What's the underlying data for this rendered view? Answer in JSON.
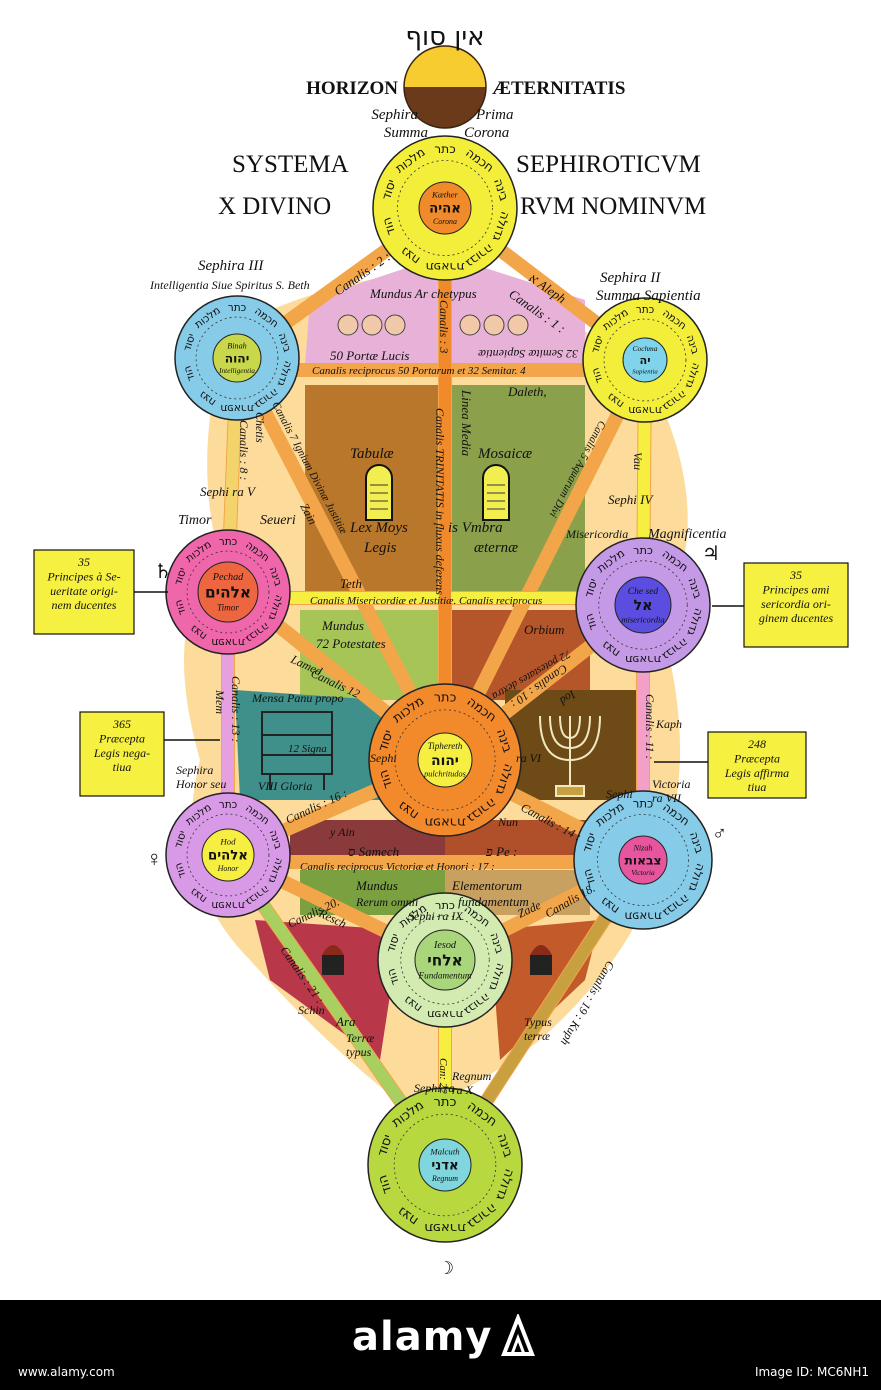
{
  "header": {
    "top_hebrew": "אין סוף",
    "horizon_left": "HORIZON",
    "horizon_right": "ÆTERNITATIS",
    "sephira_left": "Sephira",
    "sephira_right": "Prima",
    "summa_left": "Summa",
    "summa_right": "Corona",
    "title_l1": "SYSTEMA",
    "title_r1": "SEPHIROTICVM",
    "title_l2": "X DIVINO",
    "title_r2": "RVM NOMINVM"
  },
  "colors": {
    "keter": "#f2ee3a",
    "keter_inner": "#f08a2a",
    "binah": "#86cbe8",
    "binah_inner": "#c9d84a",
    "chokmah": "#f2ee3a",
    "chokmah_inner": "#7fd3ea",
    "gevurah": "#ef66aa",
    "gevurah_inner": "#ee6640",
    "chesed": "#c49ae6",
    "chesed_inner": "#5a4de0",
    "tiferet": "#f28a2c",
    "tiferet_inner": "#f6ee40",
    "hod": "#d89ae6",
    "hod_inner": "#f6ee40",
    "netzach": "#86cbe8",
    "netzach_inner": "#e6559e",
    "yesod": "#d3ebb0",
    "yesod_inner": "#a9d67a",
    "malkuth": "#b8d83f",
    "malkuth_inner": "#7fd6dd",
    "channel": "#f3a54a",
    "note_box": "#f6f040"
  },
  "sephirot": {
    "keter": {
      "name": "Kæther",
      "hebrew": "אהיה",
      "sub": "Corona"
    },
    "chokmah": {
      "name": "Cochma",
      "hebrew": "יה",
      "sub": "Sapientia"
    },
    "binah": {
      "name": "Binah",
      "hebrew": "יהוה",
      "sub": "Intelligentia"
    },
    "chesed": {
      "name": "Che sed",
      "hebrew": "אל",
      "sub": "misericordia"
    },
    "gevurah": {
      "name": "Pechad",
      "hebrew": "אלהים",
      "sub": "Timor"
    },
    "tiferet": {
      "name": "Tiphereth",
      "hebrew": "יהוה",
      "sub": "pulchritudos"
    },
    "netzach": {
      "name": "Nizah",
      "hebrew": "צבאות",
      "sub": "Victoria"
    },
    "hod": {
      "name": "Hod",
      "hebrew": "אלהים",
      "sub": "Honor"
    },
    "yesod": {
      "name": "Iesod",
      "hebrew": "אלחי",
      "sub": "Fundamentum"
    },
    "malkuth": {
      "name": "Malcuth",
      "hebrew": "אדני",
      "sub": "Regnum"
    }
  },
  "ring_words": [
    "כתר",
    "חכמה",
    "בינה",
    "גדולה",
    "גבורה",
    "תפארת",
    "נצח",
    "הוד",
    "יסוד",
    "מלכות"
  ],
  "labels": {
    "sephira_iii": "Sephira III",
    "intelligentia": "Intelligentia Siue Spiritus S. Beth",
    "sephira_ii": "Sephira II",
    "summa_sapientia": "Summa      Sapientia",
    "aleph": "א Aleph",
    "canalis_1": "Canalis : 1 :",
    "canalis_2": "Canalis : 2 :",
    "canalis_3": "Canalis : 3",
    "mundus_archetypus": "Mundus Ar chetypus",
    "porta_lucis": "50 Portæ Lucis",
    "semitae": "32 Semitæ Sapientiæ",
    "canalis_reciprocus_50": "Canalis reciprocus 50 Portarum et 32 Semitar. 4",
    "linea_media": "Linea Media",
    "daleth": "Daleth,",
    "trinitatis": "Canalis TRINITATIS in fluxus deferens",
    "tabulae": "Tabulæ",
    "mosaicae": "Mosaicæ",
    "lex_moys": "Lex Moys",
    "legis": "Legis",
    "is_umbra": "is Vmbra",
    "aeternae": "æternæ",
    "sephira_v": "Sephi ra V",
    "canalis_8": "Canalis : 8 :",
    "chetis": "Chetis",
    "canalis_7": "Canalis 7 Ignium Divinæ Justitiæ",
    "zain": "Zain",
    "timor": "Timor",
    "seueri": "Seueri",
    "sephira_iv": "Sephi IV",
    "vau": "Vau",
    "canalis_5": "Canalis 5 Aquarum Divi",
    "misericordia": "Misericordia",
    "magnificentia": "Magnificentia",
    "note_left_1": "35\nPrincipes à Se-\nueritate origi-\nnem ducentes",
    "note_right_1": "35\nPrincipes ami\nsericordia ori-\nginem ducentes",
    "teth": "Teth",
    "canalis_reciprocus_mis": "Canalis Misericordiæ et Justitiæ. Canalis reciprocus",
    "mundus_left": "Mundus",
    "potestates_left": "72 Potestates",
    "orbium": "Orbium",
    "potestates_right": "72 potestates dextra",
    "lamed": "Lamed",
    "canalis_12": "Canalis 12",
    "canalis_13": "Canalis : 13 :",
    "mem": "Mem",
    "mensa": "Mensa Panu propo",
    "signa": "12 Signa",
    "sephi_label": "Sephi",
    "gloria": "VIII Gloria",
    "canalis_10": "Canalis : 10 :",
    "iod": "Iod",
    "canalis_11": "Canalis : 11 :",
    "kaph": "Kaph",
    "ra_vi": "ra VI",
    "note_left_2": "365\nPræcepta\nLegis nega-\ntiua",
    "note_right_2": "248\nPræcepta\nLegis affirma\ntiua",
    "sephira_honor": "Sephira\nHonor seu",
    "victoria": "Victoria\nra VII",
    "sephira_right_low": "Sephi",
    "canalis_16": "Canalis : 16 :",
    "ain": "y Ain",
    "canalis_14": "Canalis : 14 :",
    "nun": "Nun",
    "samech": "ס Samech",
    "pe": "פ Pe :",
    "canalis_reciprocus_vict": "Canalis reciprocus Victoriæ et Honori : 17 :",
    "mundus_low": "Mundus",
    "rerum": "Rerum omnii",
    "elementorum": "Elementorum",
    "fundamentum": "fundamentum",
    "resch": "Resch",
    "sephi_ix": "Sephi ra IX",
    "zade": "Zade",
    "canalis_20": "Canalis 20.",
    "canalis_18": "Canalis 18.",
    "canalis_21": "Canalis : 21 :",
    "canalis_19": "Canalis : 19 : Kuph",
    "schin": "Schin",
    "ara": "Ara",
    "terrae_typus": "Terræ\ntypus",
    "typus_terrae": "Typus\nterræ",
    "canalis_22": "Can: 22",
    "sephira_x": "Sephi ra",
    "regnum_x": "Regnum\nra X",
    "saturn": "♄",
    "jupiter": "♃",
    "venus": "♀",
    "mars": "♂",
    "moon": "☽"
  },
  "footer": {
    "brand": "alamy",
    "url": "www.alamy.com",
    "image_id": "Image ID: MC6NH1"
  }
}
